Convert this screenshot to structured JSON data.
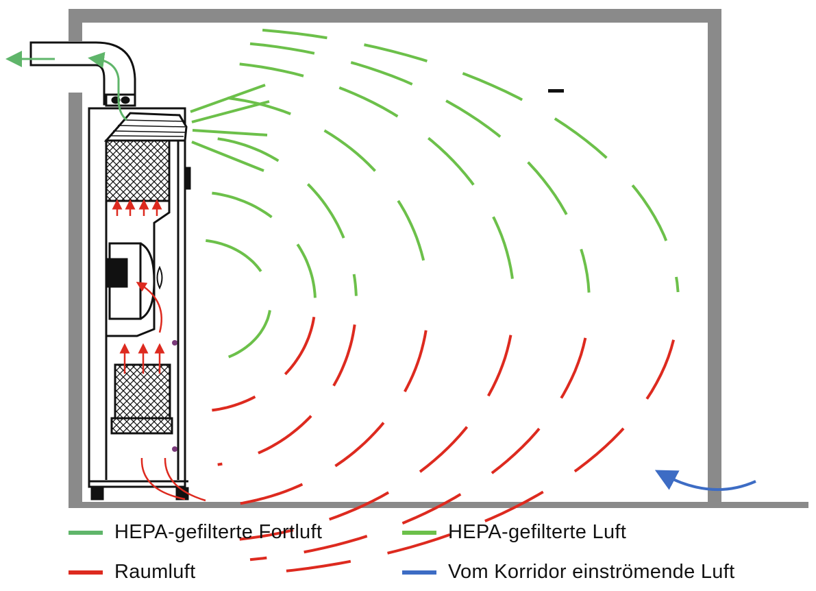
{
  "colors": {
    "wall": "#8a8a8a",
    "exhaust_air": "#5fb56a",
    "filtered_air": "#6cc04a",
    "room_air": "#dd2a1f",
    "corridor_air": "#3d6cc4"
  },
  "legend": [
    {
      "label": "HEPA-gefilterte Fortluft",
      "color_key": "exhaust_air"
    },
    {
      "label": "HEPA-gefilterte Luft",
      "color_key": "filtered_air"
    },
    {
      "label": "Raumluft",
      "color_key": "room_air"
    },
    {
      "label": "Vom Korridor einströmende Luft",
      "color_key": "corridor_air"
    }
  ]
}
